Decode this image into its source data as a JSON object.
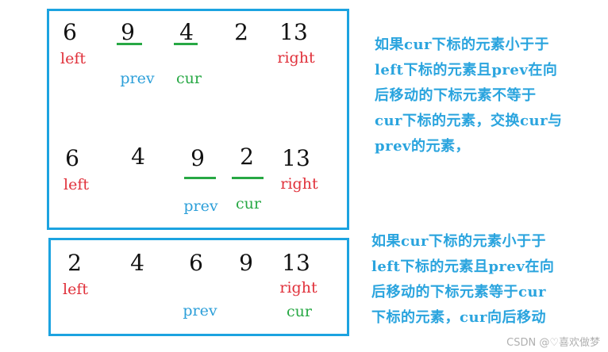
{
  "step1": {
    "array": [
      "6",
      "9",
      "4",
      "2",
      "13"
    ],
    "left": "left",
    "right": "right",
    "prev": "prev",
    "cur": "cur"
  },
  "step2": {
    "array": [
      "6",
      "4",
      "9",
      "2",
      "13"
    ],
    "left": "left",
    "right": "right",
    "prev": "prev",
    "cur": "cur"
  },
  "step3": {
    "array": [
      "2",
      "4",
      "6",
      "9",
      "13"
    ],
    "left": "left",
    "right": "right",
    "prev": "prev",
    "cur": "cur"
  },
  "notes": {
    "top": "如果cur下标的元素小于于\nleft下标的元素且prev在向\n后移动的下标元素不等于\ncur下标的元素，交换cur与\nprev的元素，",
    "bottom": "如果cur下标的元素小于于\nleft下标的元素且prev在向\n后移动的下标元素等于cur\n下标的元素，cur向后移动"
  },
  "watermark": "CSDN @♡喜欢做梦",
  "colors": {
    "border": "#1ca3e0",
    "left": "#e0303a",
    "prev": "#2c9fd9",
    "cur": "#27a844"
  }
}
